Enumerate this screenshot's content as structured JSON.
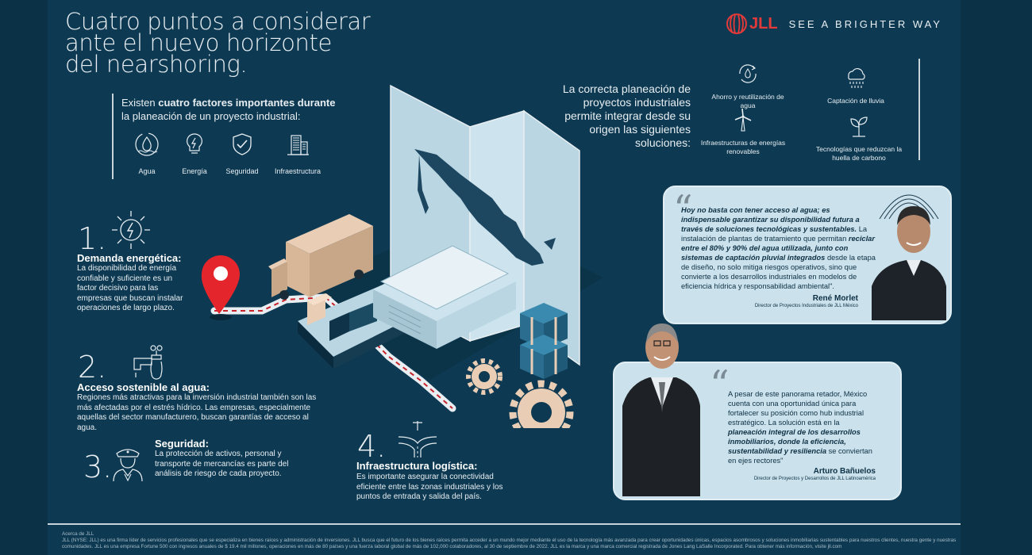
{
  "title_lines": [
    "Cuatro puntos a considerar",
    "ante el nuevo horizonte",
    "del nearshoring."
  ],
  "brand": {
    "logo_text": "JLL",
    "tagline": "SEE A BRIGHTER WAY",
    "accent": "#e23a3a"
  },
  "intro": {
    "pre": "Existen ",
    "bold": "cuatro factores importantes durante",
    "post": " la planeación de un proyecto industrial:"
  },
  "factors": [
    {
      "label": "Agua",
      "icon": "water-icon"
    },
    {
      "label": "Energía",
      "icon": "lightbulb-icon"
    },
    {
      "label": "Seguridad",
      "icon": "shield-check-icon"
    },
    {
      "label": "Infraestructura",
      "icon": "building-icon"
    }
  ],
  "solutions": {
    "intro": "La correcta planeación de proyectos industriales permite integrar desde su origen las siguientes soluciones:",
    "items": [
      {
        "label": "Ahorro y reutilización de agua",
        "icon": "water-recycle-icon"
      },
      {
        "label": "Captación de lluvia",
        "icon": "rain-cloud-icon"
      },
      {
        "label": "Infraestructuras de energías renovables",
        "icon": "wind-turbine-icon"
      },
      {
        "label": "Tecnologías que reduzcan la huella de carbono",
        "icon": "plant-icon"
      }
    ]
  },
  "sections": [
    {
      "num": "1.",
      "title": "Demanda energética:",
      "body": "La disponibilidad de energía confiable y suficiente es un factor decisivo para las empresas que buscan instalar operaciones de largo plazo.",
      "icon": "energy-icon"
    },
    {
      "num": "2.",
      "title": "Acceso sostenible al agua:",
      "body": "Regiones más atractivas para la inversión industrial también son las más afectadas por el estrés hídrico. Las empresas, especialmente aquellas del sector manufacturero, buscan garantías de acceso al agua.",
      "icon": "water-tap-icon"
    },
    {
      "num": "3.",
      "title": "Seguridad:",
      "body": "La protección de activos, personal y transporte de mercancías es parte del análisis de riesgo de cada proyecto.",
      "icon": "security-guard-icon"
    },
    {
      "num": "4.",
      "title": "Infraestructura logística:",
      "body": "Es importante asegurar la conectividad eficiente entre las zonas industriales y los puntos de entrada y salida del país.",
      "icon": "road-junction-icon"
    }
  ],
  "quotes": [
    {
      "parts": [
        {
          "t": "Hoy no basta con tener acceso al agua; es indispensable garantizar su disponibilidad futura a través de soluciones tecnológicas y sustentables.",
          "s": "bi"
        },
        {
          "t": " La instalación de plantas de tratamiento que permitan ",
          "s": ""
        },
        {
          "t": "reciclar entre el 80% y 90% del agua utilizada, junto con sistemas de captación pluvial integrados",
          "s": "bi"
        },
        {
          "t": " desde la etapa de diseño, no solo mitiga riesgos operativos, sino que convierte a los desarrollos industriales en modelos de eficiencia hídrica y responsabilidad ambiental\".",
          "s": ""
        }
      ],
      "name": "René Morlet",
      "role": "Director de Proyectos Industriales de JLL México"
    },
    {
      "parts": [
        {
          "t": "A pesar de este panorama retador, México cuenta con una oportunidad única para fortalecer su posición como hub industrial estratégico. La solución está en la ",
          "s": ""
        },
        {
          "t": "planeación integral de los desarrollos inmobiliarios, donde la eficiencia, sustentabilidad y resiliencia",
          "s": "bi"
        },
        {
          "t": " se conviertan en ejes rectores\"",
          "s": ""
        }
      ],
      "name": "Arturo Bañuelos",
      "role": "Director de Proyectos y Desarrollos de JLL Latinoamérica"
    }
  ],
  "footer": {
    "heading": "Acerca de JLL",
    "text": "JLL (NYSE: JLL) es una firma líder de servicios profesionales que se especializa en bienes raíces y administración de inversiones. JLL busca que el futuro de los bienes raíces permita acceder a un mundo mejor mediante el uso de la tecnología más avanzada para crear oportunidades únicas, espacios asombrosos y soluciones inmobiliarias sustentables para nuestros clientes, nuestra gente y nuestras comunidades. JLL es una empresa Fortune 500 con ingresos anuales de $ 19.4 mil millones, operaciones en más de 80 países y una fuerza laboral global de más de 102,000 colaboradores, al 30 de septiembre de 2022. JLL es la marca y una marca comercial registrada de Jones Lang LaSalle Incorporated. Para obtener más información, visite jll.com"
  },
  "colors": {
    "background": "#0d3a52",
    "quote_bg": "#cbe2ec",
    "pin": "#e4262c"
  }
}
